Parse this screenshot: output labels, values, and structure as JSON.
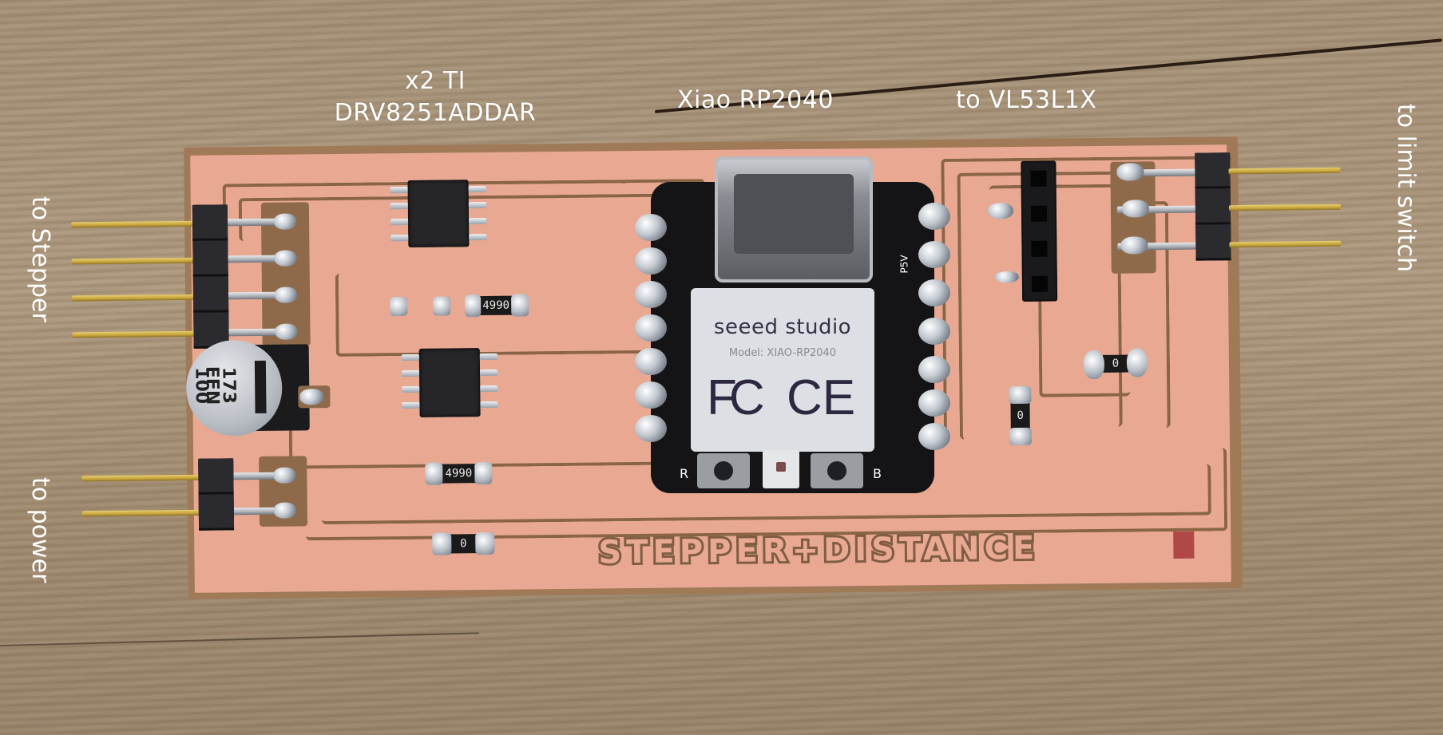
{
  "photo": {
    "subject": "Hand-milled PCB: stepper motor + distance sensor controller",
    "background": "wood surface"
  },
  "annotations": {
    "driver_line1": "x2 TI",
    "driver_line2": "DRV8251ADDAR",
    "mcu": "Xiao RP2040",
    "sensor": "to VL53L1X",
    "stepper": "to Stepper",
    "power": "to power",
    "limit_switch": "to limit switch"
  },
  "board": {
    "silkscreen_title": "STEPPER+DISTANCE",
    "copper_color": "#e8a892",
    "trace_color": "#8a6446",
    "substrate_color": "#a07a57"
  },
  "xiao_module": {
    "brand": "seeed studio",
    "model": "Model: XIAO-RP2040",
    "cert_fcc": "FC",
    "cert_ce": "CE",
    "button_left_label": "R",
    "button_right_label": "B",
    "pin_label": "P5V"
  },
  "components": {
    "resistor_top": "4990",
    "resistor_bottom": "4990",
    "resistor_zero_1": "0",
    "resistor_zero_2": "0",
    "resistor_zero_3": "0",
    "capacitor_line1": "100",
    "capacitor_line2": "EFN",
    "capacitor_line3": "173"
  },
  "connectors": {
    "stepper_pins": 4,
    "power_pins": 2,
    "limit_switch_pins": 3,
    "sensor_socket_pins": 4
  }
}
